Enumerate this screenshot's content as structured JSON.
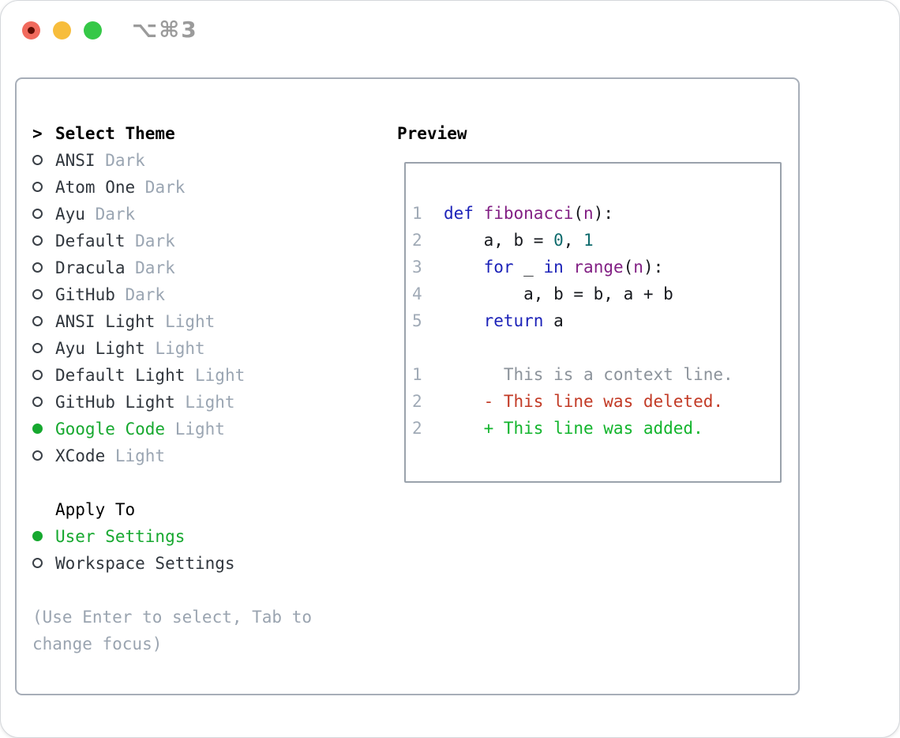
{
  "window": {
    "title": "⌥⌘3",
    "traffic_lights": {
      "close_color": "#f16a5d",
      "close_dot_color": "#5f0c02",
      "minimize_color": "#f7bd3c",
      "zoom_color": "#35c847"
    }
  },
  "theme_panel": {
    "header": {
      "prompt": ">",
      "label": "Select Theme"
    },
    "themes": [
      {
        "name": "ANSI",
        "variant": "Dark",
        "selected": false
      },
      {
        "name": "Atom One",
        "variant": "Dark",
        "selected": false
      },
      {
        "name": "Ayu",
        "variant": "Dark",
        "selected": false
      },
      {
        "name": "Default",
        "variant": "Dark",
        "selected": false
      },
      {
        "name": "Dracula",
        "variant": "Dark",
        "selected": false
      },
      {
        "name": "GitHub",
        "variant": "Dark",
        "selected": false
      },
      {
        "name": "ANSI Light",
        "variant": "Light",
        "selected": false
      },
      {
        "name": "Ayu Light",
        "variant": "Light",
        "selected": false
      },
      {
        "name": "Default Light",
        "variant": "Light",
        "selected": false
      },
      {
        "name": "GitHub Light",
        "variant": "Light",
        "selected": false
      },
      {
        "name": "Google Code",
        "variant": "Light",
        "selected": true
      },
      {
        "name": "XCode",
        "variant": "Light",
        "selected": false
      }
    ],
    "apply_to": {
      "label": "Apply To",
      "options": [
        {
          "name": "User Settings",
          "selected": true
        },
        {
          "name": "Workspace Settings",
          "selected": false
        }
      ]
    },
    "help": {
      "line1": "(Use Enter to select, Tab to",
      "line2": "change focus)"
    }
  },
  "preview": {
    "title": "Preview",
    "code_lines": [
      {
        "num": "1",
        "tokens": [
          {
            "c": "kw",
            "t": "def"
          },
          {
            "c": "plain",
            "t": " "
          },
          {
            "c": "fn",
            "t": "fibonacci"
          },
          {
            "c": "plain",
            "t": "("
          },
          {
            "c": "fn",
            "t": "n"
          },
          {
            "c": "plain",
            "t": "):"
          }
        ]
      },
      {
        "num": "2",
        "tokens": [
          {
            "c": "plain",
            "t": "    a, b = "
          },
          {
            "c": "num",
            "t": "0"
          },
          {
            "c": "plain",
            "t": ", "
          },
          {
            "c": "num",
            "t": "1"
          }
        ]
      },
      {
        "num": "3",
        "tokens": [
          {
            "c": "plain",
            "t": "    "
          },
          {
            "c": "kw",
            "t": "for"
          },
          {
            "c": "plain",
            "t": " _ "
          },
          {
            "c": "kw",
            "t": "in"
          },
          {
            "c": "plain",
            "t": " "
          },
          {
            "c": "fn",
            "t": "range"
          },
          {
            "c": "plain",
            "t": "("
          },
          {
            "c": "fn",
            "t": "n"
          },
          {
            "c": "plain",
            "t": "):"
          }
        ]
      },
      {
        "num": "4",
        "tokens": [
          {
            "c": "plain",
            "t": "        a, b = b, a + b"
          }
        ]
      },
      {
        "num": "5",
        "tokens": [
          {
            "c": "plain",
            "t": "    "
          },
          {
            "c": "kw",
            "t": "return"
          },
          {
            "c": "plain",
            "t": " a"
          }
        ]
      }
    ],
    "diff_lines": [
      {
        "num": "1",
        "type": "ctx",
        "text": "      This is a context line."
      },
      {
        "num": "2",
        "type": "del",
        "text": "    - This line was deleted."
      },
      {
        "num": "2",
        "type": "add",
        "text": "    + This line was added."
      }
    ]
  },
  "colors": {
    "accent_green": "#16a82f",
    "keyword_blue": "#1c22b8",
    "function_purple": "#822084",
    "number_teal": "#0f6b6d",
    "diff_red": "#c23a25",
    "diff_green": "#12b42c",
    "muted_gray": "#9aa5b2",
    "panel_border": "#a7aeb8"
  }
}
